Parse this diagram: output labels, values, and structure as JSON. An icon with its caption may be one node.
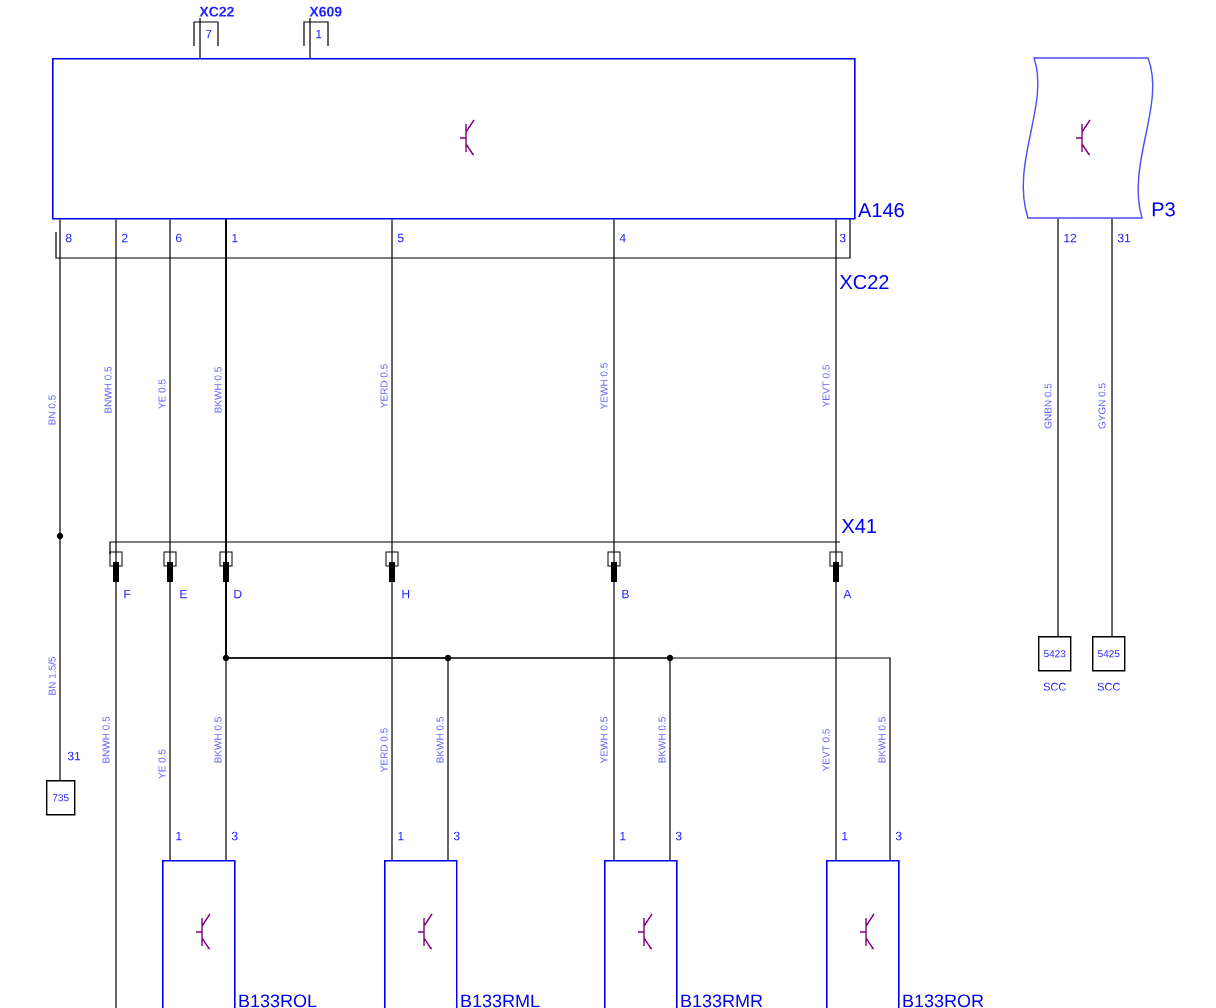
{
  "diagram": {
    "nodes": [
      {
        "text": [
          "A146"
        ]
      },
      {
        "text": [
          "P3"
        ]
      },
      {
        "text": [
          "735"
        ]
      },
      {
        "text": [
          "5423"
        ],
        "beside": [
          "SCC"
        ]
      },
      {
        "text": [
          "5425"
        ],
        "beside": [
          "SCC"
        ]
      },
      {
        "text": [
          "B133ROL"
        ]
      },
      {
        "text": [
          "B133RML"
        ]
      },
      {
        "text": [
          "B133RMR"
        ]
      },
      {
        "text": [
          "B133ROR"
        ]
      },
      {
        "text": [
          "XC22"
        ]
      },
      {
        "text": [
          "X609"
        ]
      }
    ],
    "edges": [
      {
        "from": 9,
        "to": 0,
        "arrow": "none"
      },
      {
        "from": 10,
        "to": 0,
        "arrow": "none"
      },
      {
        "from": 0,
        "to": 2,
        "arrow": "none"
      },
      {
        "from": 0,
        "to": null,
        "arrow": "none"
      },
      {
        "from": 0,
        "to": 5,
        "arrow": "none"
      },
      {
        "from": 0,
        "to": 5,
        "arrow": "none"
      },
      {
        "from": 0,
        "to": 6,
        "arrow": "none"
      },
      {
        "from": 0,
        "to": 7,
        "arrow": "none"
      },
      {
        "from": 0,
        "to": 8,
        "arrow": "none"
      },
      {
        "from": 0,
        "to": 6,
        "arrow": "none"
      },
      {
        "from": 0,
        "to": 7,
        "arrow": "none"
      },
      {
        "from": 0,
        "to": 8,
        "arrow": "none"
      },
      {
        "from": 1,
        "to": 3,
        "arrow": "none"
      },
      {
        "from": 1,
        "to": 4,
        "arrow": "none"
      }
    ],
    "labels": [
      "7",
      "1",
      "8",
      "2",
      "6",
      "1",
      "5",
      "4",
      "3",
      "12",
      "31",
      "XC22",
      "BN 0.5",
      "BNWH 0.5",
      "YE 0.5",
      "BKWH 0.5",
      "YERD 0.5",
      "YEWH 0.5",
      "YEVT 0.5",
      "GNBN 0.5",
      "GYGN 0.5",
      "X41",
      "F",
      "E",
      "D",
      "H",
      "B",
      "A",
      "BN 1.5/5",
      "31",
      "BNWH 0.5",
      "YE 0.5",
      "BKWH 0.5",
      "YERD 0.5",
      "BKWH 0.5",
      "YEWH 0.5",
      "BKWH 0.5",
      "YEVT 0.5",
      "BKWH 0.5",
      "1",
      "3",
      "1",
      "3",
      "1",
      "3",
      "1",
      "3"
    ]
  }
}
